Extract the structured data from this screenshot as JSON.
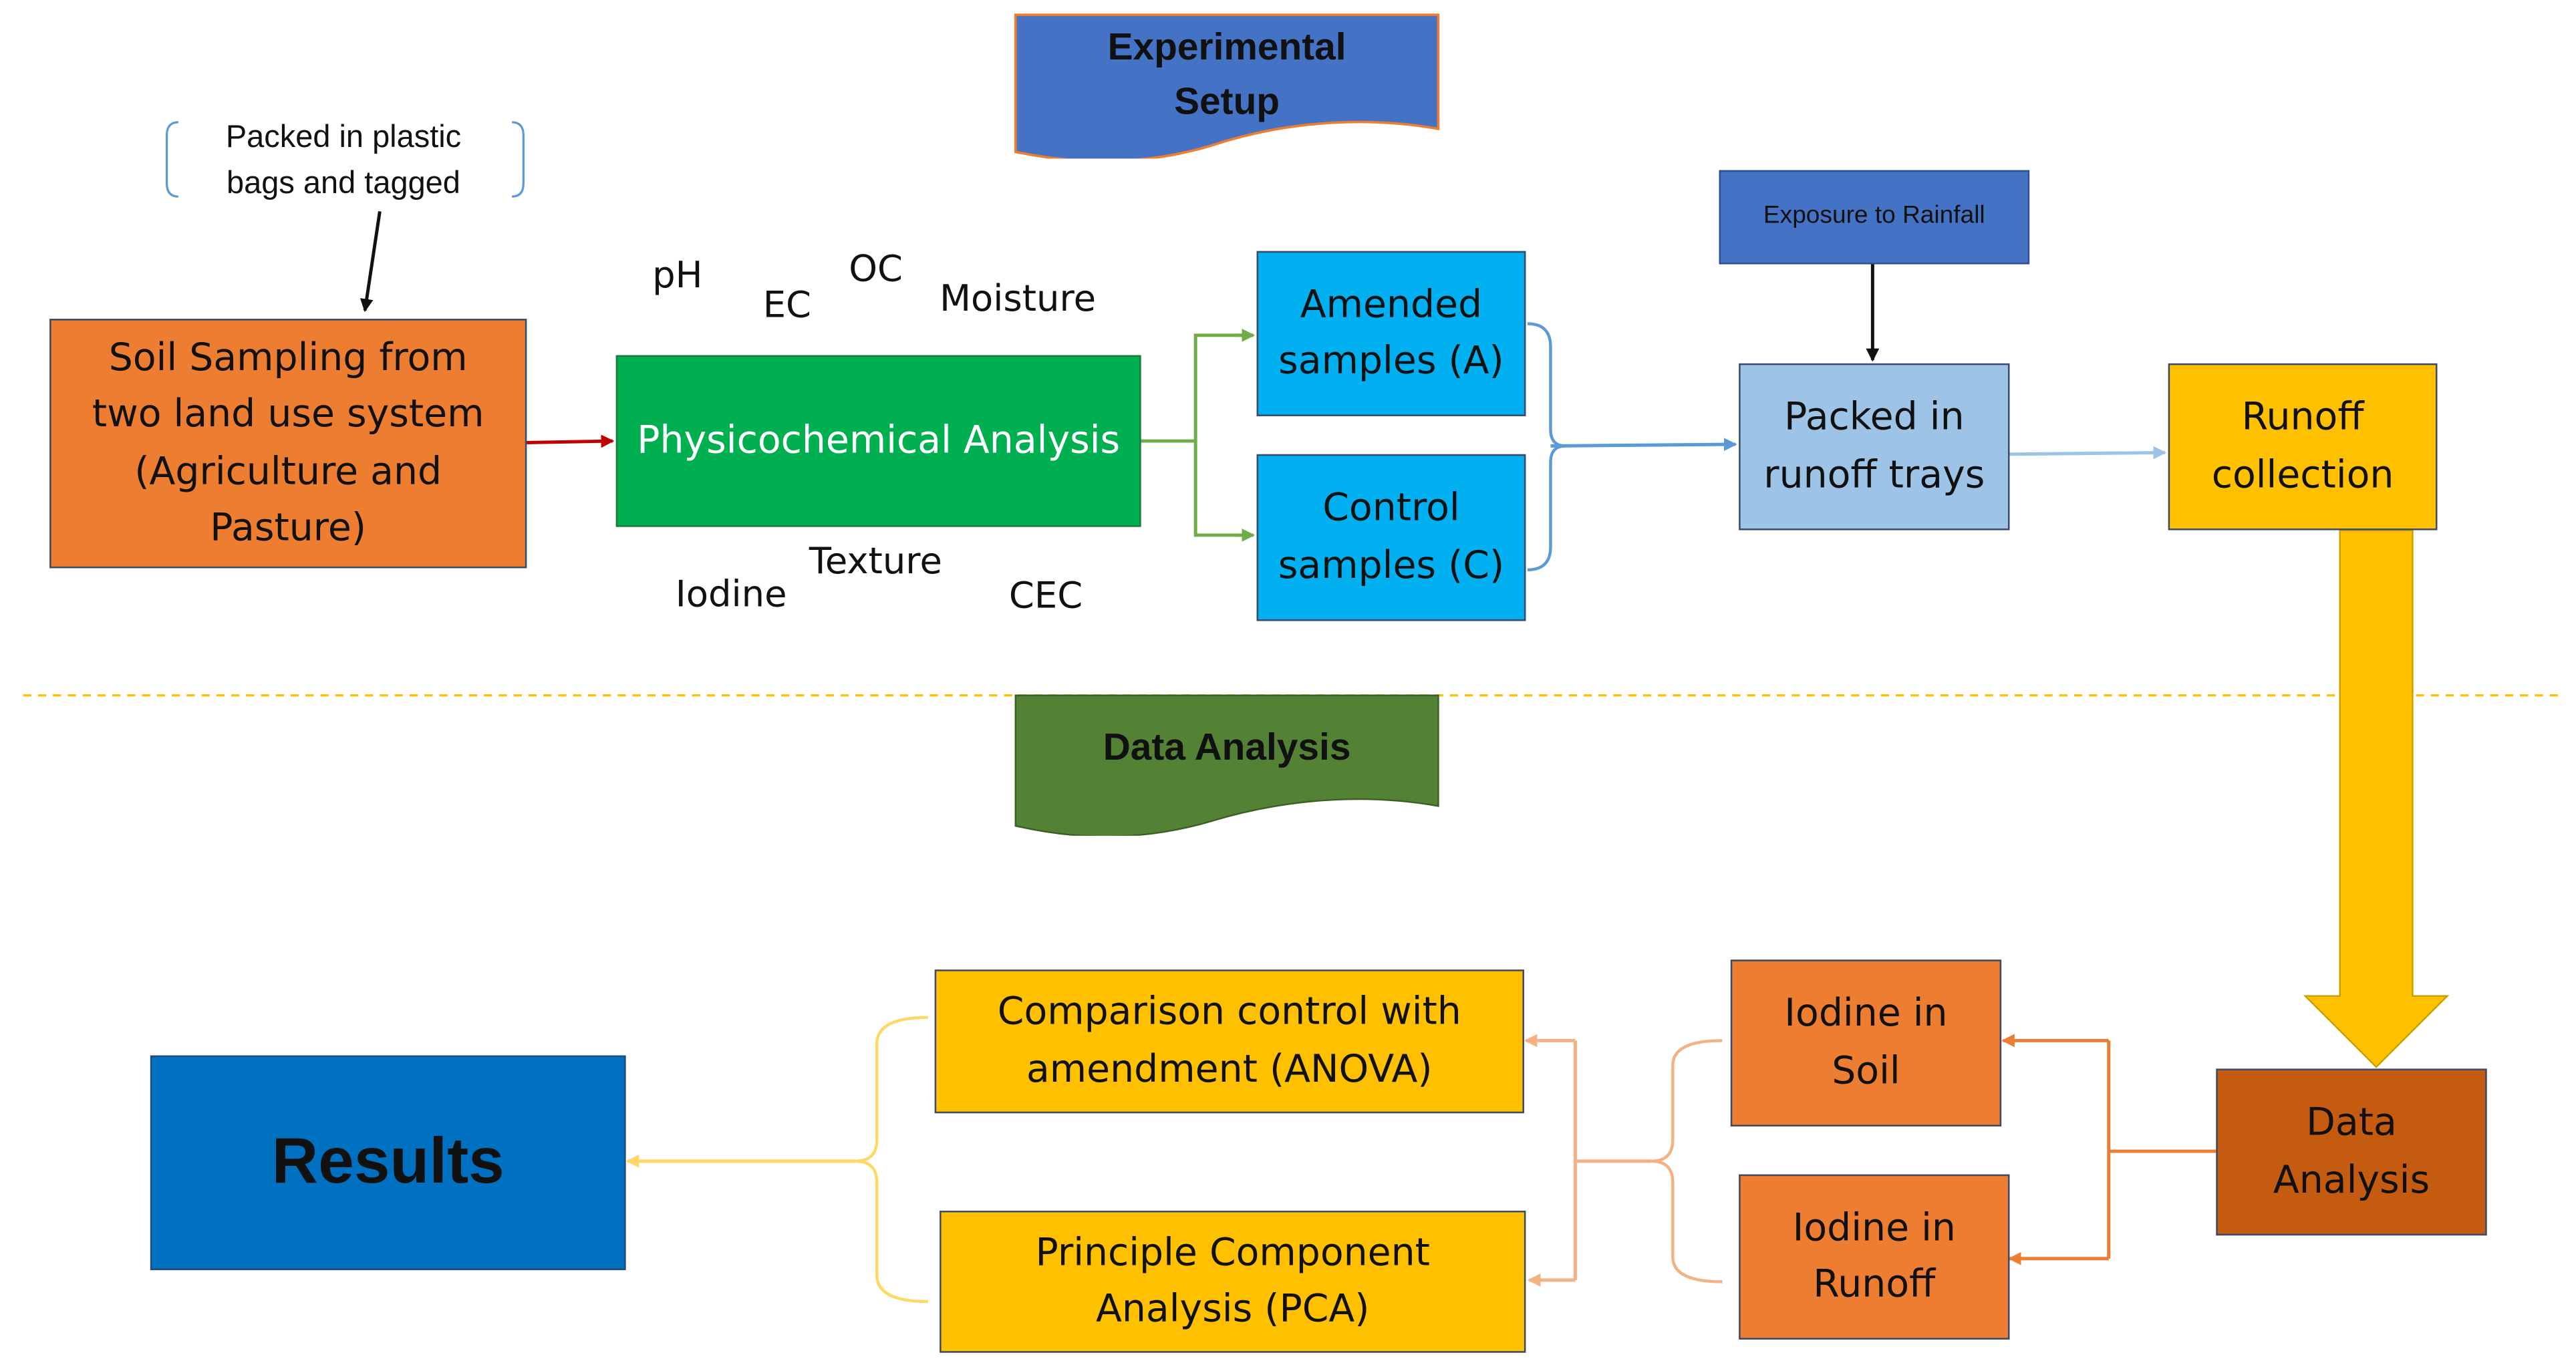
{
  "banners": {
    "experimental_setup": "Experimental\nSetup",
    "data_analysis": "Data Analysis"
  },
  "notes": {
    "packing": "Packed in plastic\nbags and tagged",
    "rainfall": "Exposure to Rainfall"
  },
  "nodes": {
    "soil_sampling": "Soil Sampling from\ntwo land use system\n(Agriculture and\nPasture)",
    "physicochemical": "Physicochemical Analysis",
    "amended": "Amended\nsamples (A)",
    "control": "Control\nsamples (C)",
    "runoff_trays": "Packed in\nrunoff trays",
    "runoff_collection": "Runoff\ncollection",
    "data_analysis": "Data\nAnalysis",
    "iodine_soil": "Iodine in\nSoil",
    "iodine_runoff": "Iodine in\nRunoff",
    "anova": "Comparison control with\namendment (ANOVA)",
    "pca": "Principle Component\nAnalysis (PCA)",
    "results": "Results"
  },
  "parameters": {
    "ph": "pH",
    "ec": "EC",
    "oc": "OC",
    "moisture": "Moisture",
    "iodine": "Iodine",
    "texture": "Texture",
    "cec": "CEC"
  },
  "colors": {
    "orange": "#ED7D31",
    "green": "#00B050",
    "cyan": "#00B0F0",
    "light_blue": "#9DC3E6",
    "gold": "#FFC000",
    "dark_orange": "#C55A11",
    "blue": "#0070C0",
    "banner_blue": "#4472C4",
    "banner_green": "#548235"
  }
}
